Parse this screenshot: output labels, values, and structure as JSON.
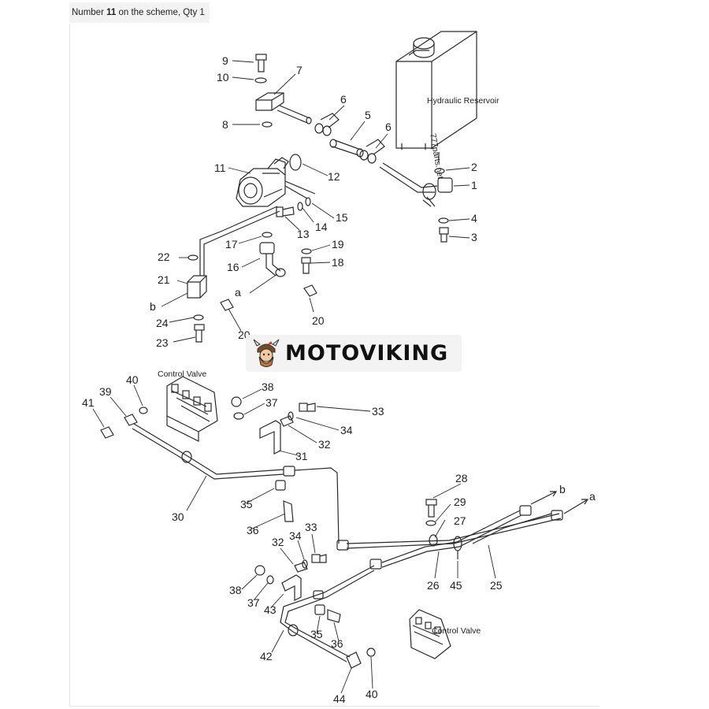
{
  "caption": {
    "prefix": "Number ",
    "number": "11",
    "suffix": " on the scheme, Qty 1"
  },
  "watermark": {
    "text": "MOTOVIKING"
  },
  "diagram": {
    "component_labels": {
      "hydraulic_reservoir": "Hydraulic Reservoir",
      "control_valve_left": "Control Valve",
      "control_valve_right": "Control Valve",
      "reservoir_stamp": "777parts.net"
    },
    "callouts": [
      {
        "id": "c9",
        "text": "9"
      },
      {
        "id": "c10",
        "text": "10"
      },
      {
        "id": "c7",
        "text": "7"
      },
      {
        "id": "c8",
        "text": "8"
      },
      {
        "id": "c6a",
        "text": "6"
      },
      {
        "id": "c5",
        "text": "5"
      },
      {
        "id": "c6b",
        "text": "6"
      },
      {
        "id": "c11",
        "text": "11"
      },
      {
        "id": "c12",
        "text": "12"
      },
      {
        "id": "c2",
        "text": "2"
      },
      {
        "id": "c1",
        "text": "1"
      },
      {
        "id": "c4",
        "text": "4"
      },
      {
        "id": "c3",
        "text": "3"
      },
      {
        "id": "c15",
        "text": "15"
      },
      {
        "id": "c14",
        "text": "14"
      },
      {
        "id": "c13",
        "text": "13"
      },
      {
        "id": "c17",
        "text": "17"
      },
      {
        "id": "c19",
        "text": "19"
      },
      {
        "id": "c18",
        "text": "18"
      },
      {
        "id": "c16",
        "text": "16"
      },
      {
        "id": "c22",
        "text": "22"
      },
      {
        "id": "c21",
        "text": "21"
      },
      {
        "id": "cA1",
        "text": "a"
      },
      {
        "id": "cB1",
        "text": "b"
      },
      {
        "id": "c24",
        "text": "24"
      },
      {
        "id": "c20a",
        "text": "20"
      },
      {
        "id": "c20b",
        "text": "20"
      },
      {
        "id": "c23",
        "text": "23"
      },
      {
        "id": "c38a",
        "text": "38"
      },
      {
        "id": "c37a",
        "text": "37"
      },
      {
        "id": "c33a",
        "text": "33"
      },
      {
        "id": "c34a",
        "text": "34"
      },
      {
        "id": "c32a",
        "text": "32"
      },
      {
        "id": "c31",
        "text": "31"
      },
      {
        "id": "c41",
        "text": "41"
      },
      {
        "id": "c39",
        "text": "39"
      },
      {
        "id": "c40a",
        "text": "40"
      },
      {
        "id": "c30",
        "text": "30"
      },
      {
        "id": "c35a",
        "text": "35"
      },
      {
        "id": "c36a",
        "text": "36"
      },
      {
        "id": "c28",
        "text": "28"
      },
      {
        "id": "c29",
        "text": "29"
      },
      {
        "id": "c27",
        "text": "27"
      },
      {
        "id": "cB2",
        "text": "b"
      },
      {
        "id": "cA2",
        "text": "a"
      },
      {
        "id": "c26",
        "text": "26"
      },
      {
        "id": "c45",
        "text": "45"
      },
      {
        "id": "c25",
        "text": "25"
      },
      {
        "id": "c33b",
        "text": "33"
      },
      {
        "id": "c34b",
        "text": "34"
      },
      {
        "id": "c32b",
        "text": "32"
      },
      {
        "id": "c38b",
        "text": "38"
      },
      {
        "id": "c37b",
        "text": "37"
      },
      {
        "id": "c43",
        "text": "43"
      },
      {
        "id": "c35b",
        "text": "35"
      },
      {
        "id": "c36b",
        "text": "36"
      },
      {
        "id": "c42",
        "text": "42"
      },
      {
        "id": "c44",
        "text": "44"
      },
      {
        "id": "c40b",
        "text": "40"
      }
    ]
  }
}
